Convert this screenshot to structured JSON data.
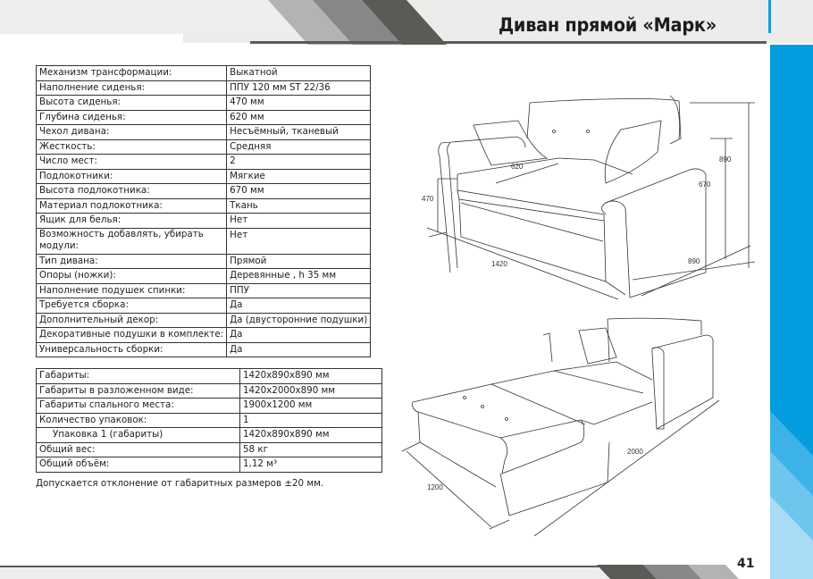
{
  "header": {
    "title": "Диван прямой «Марк»"
  },
  "page_number": "41",
  "colors": {
    "accent_blue": "#049ee0",
    "header_bg": "#ececea",
    "stripe_dark": "#5a5a56",
    "stripe_mid": "#878787",
    "stripe_light": "#b3b3b3"
  },
  "spec_table": {
    "rows": [
      {
        "label": "Механизм трансформации:",
        "value": "Выкатной"
      },
      {
        "label": "Наполнение сиденья:",
        "value": "ППУ 120 мм ST 22/36"
      },
      {
        "label": "Высота сиденья:",
        "value": "470 мм"
      },
      {
        "label": "Глубина сиденья:",
        "value": "620 мм"
      },
      {
        "label": "Чехол дивана:",
        "value": "Несъёмный, тканевый"
      },
      {
        "label": "Жесткость:",
        "value": "Средняя"
      },
      {
        "label": "Число мест:",
        "value": "2"
      },
      {
        "label": "Подлокотники:",
        "value": "Мягкие"
      },
      {
        "label": "Высота подлокотника:",
        "value": "670 мм"
      },
      {
        "label": "Материал подлокотника:",
        "value": "Ткань"
      },
      {
        "label": "Ящик для белья:",
        "value": "Нет"
      },
      {
        "label": "Возможность добавлять, убирать модули:",
        "value": "Нет"
      },
      {
        "label": "Тип дивана:",
        "value": "Прямой"
      },
      {
        "label": "Опоры (ножки):",
        "value": "Деревянные , h 35 мм"
      },
      {
        "label": "Наполнение подушек спинки:",
        "value": "ППУ"
      },
      {
        "label": "Требуется сборка:",
        "value": "Да"
      },
      {
        "label": "Дополнительный декор:",
        "value": "Да (двусторонние подушки)"
      },
      {
        "label": "Декоративные подушки в комплекте:",
        "value": "Да"
      },
      {
        "label": "Универсальность сборки:",
        "value": "Да"
      }
    ]
  },
  "dimensions_table": {
    "rows": [
      {
        "label": "Габариты:",
        "value": "1420x890x890 мм"
      },
      {
        "label": "Габариты в разложенном виде:",
        "value": "1420x2000x890 мм"
      },
      {
        "label": "Габариты спального места:",
        "value": "1900x1200 мм"
      },
      {
        "label": "Количество упаковок:",
        "value": "1"
      },
      {
        "label": "Упаковка 1 (габариты)",
        "value": "1420x890x890 мм"
      },
      {
        "label": "Общий вес:",
        "value": "58 кг"
      },
      {
        "label": "Общий объём:",
        "value": "1,12 м³"
      }
    ]
  },
  "footnote": "Допускается отклонение от габаритных размеров ±20 мм.",
  "drawing_folded": {
    "labels": {
      "seat_depth": "620",
      "seat_height": "470",
      "armrest_height": "670",
      "total_height": "890",
      "width": "1420",
      "depth": "890"
    }
  },
  "drawing_unfolded": {
    "labels": {
      "length": "2000",
      "width": "1200"
    }
  }
}
